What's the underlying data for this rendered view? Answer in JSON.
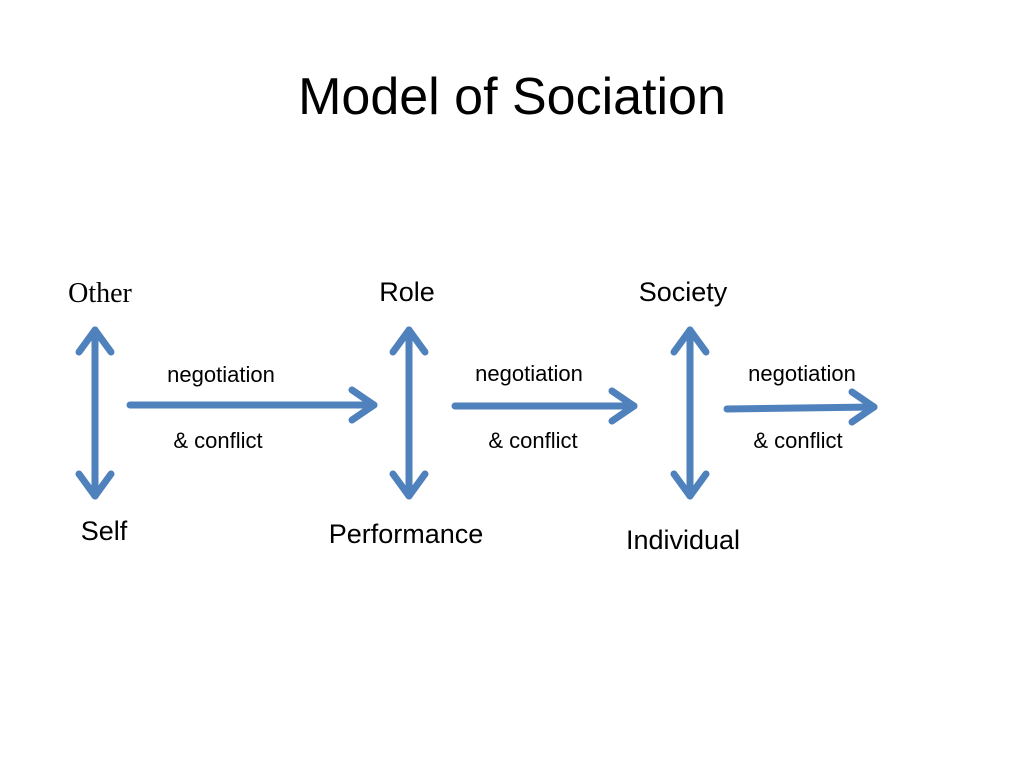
{
  "slide": {
    "title": "Model of Sociation"
  },
  "diagram": {
    "arrow_color": "#4f81bd",
    "columns": [
      {
        "top": "Other",
        "bottom": "Self"
      },
      {
        "top": "Role",
        "bottom": "Performance"
      },
      {
        "top": "Society",
        "bottom": "Individual"
      }
    ],
    "connectors": [
      {
        "label_top": "negotiation",
        "label_bottom": "& conflict"
      },
      {
        "label_top": "negotiation",
        "label_bottom": "& conflict"
      },
      {
        "label_top": "negotiation",
        "label_bottom": "& conflict"
      }
    ]
  }
}
